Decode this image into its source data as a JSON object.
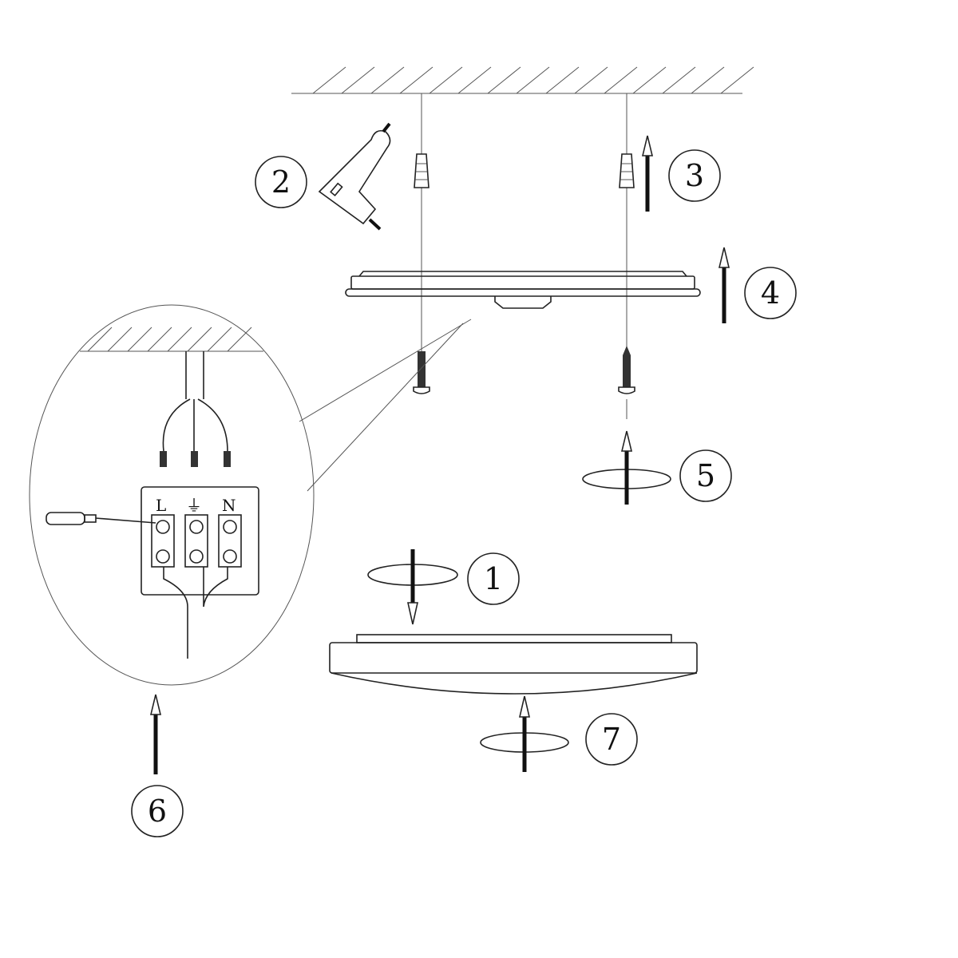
{
  "diagram": {
    "type": "installation-instructions",
    "subject": "ceiling light fixture mounting",
    "steps": [
      {
        "number": "1",
        "action": "rotate and detach lamp cover from base"
      },
      {
        "number": "2",
        "action": "drill holes in ceiling"
      },
      {
        "number": "3",
        "action": "insert wall plugs"
      },
      {
        "number": "4",
        "action": "lift mounting base to ceiling"
      },
      {
        "number": "5",
        "action": "fasten screws"
      },
      {
        "number": "6",
        "action": "connect wires to terminal block"
      },
      {
        "number": "7",
        "action": "rotate lamp cover back onto base"
      }
    ],
    "terminal_block": {
      "labels": [
        "L",
        "⏚",
        "N"
      ],
      "label_names": [
        "live",
        "earth",
        "neutral"
      ]
    },
    "colors": {
      "line": "#222222",
      "background": "#ffffff"
    }
  }
}
